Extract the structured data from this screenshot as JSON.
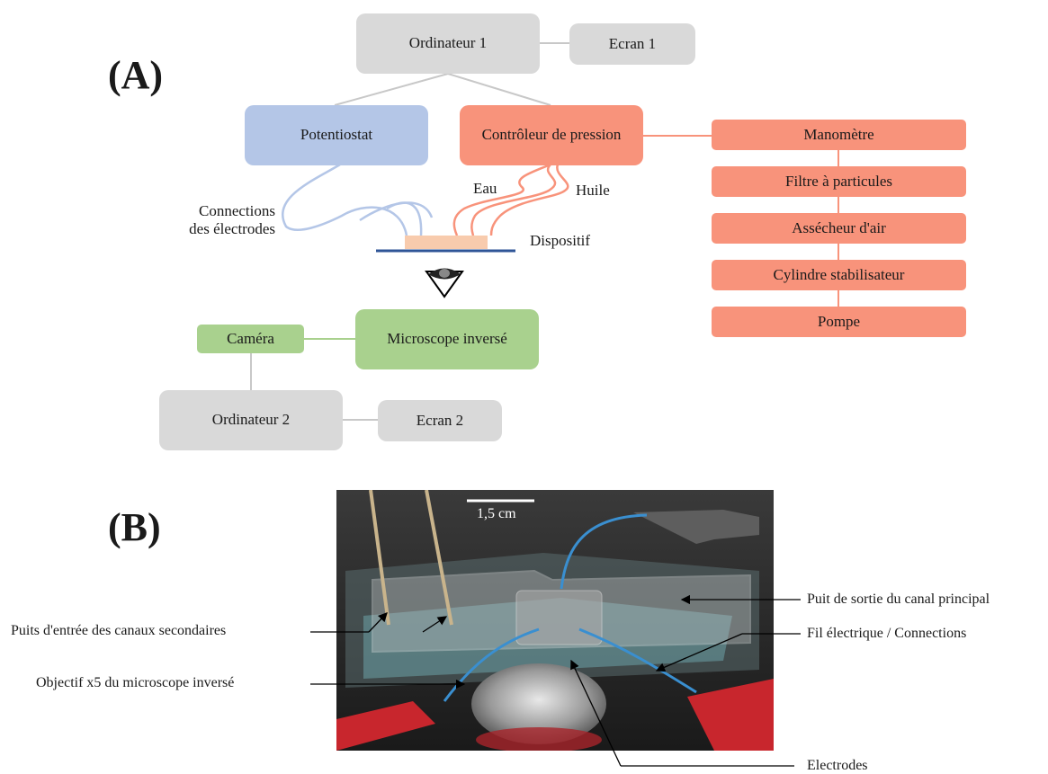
{
  "panel_a": {
    "label": "(A)",
    "ordinateur1": "Ordinateur 1",
    "ecran1": "Ecran 1",
    "potentiostat": "Potentiostat",
    "controleur": "Contrôleur de pression",
    "connections": "Connections\ndes électrodes",
    "eau": "Eau",
    "huile": "Huile",
    "dispositif": "Dispositif",
    "camera": "Caméra",
    "microscope": "Microscope inversé",
    "ordinateur2": "Ordinateur 2",
    "ecran2": "Ecran 2",
    "pressure_chain": [
      "Manomètre",
      "Filtre à particules",
      "Assécheur d'air",
      "Cylindre stabilisateur",
      "Pompe"
    ]
  },
  "panel_b": {
    "label": "(B)",
    "scale_bar": "1,5 cm",
    "annotations": {
      "puit_sortie": "Puit de sortie du canal principal",
      "fil": "Fil électrique / Connections",
      "puits_entree": "Puits d'entrée des canaux secondaires",
      "objectif": "Objectif x5 du microscope inversé",
      "electrodes": "Electrodes"
    }
  },
  "colors": {
    "gray": "#d9d9d9",
    "blue": "#b4c6e7",
    "salmon": "#f8937b",
    "green": "#a9d18e",
    "device_top": "#f8cbad",
    "device_base": "#2f5597"
  }
}
